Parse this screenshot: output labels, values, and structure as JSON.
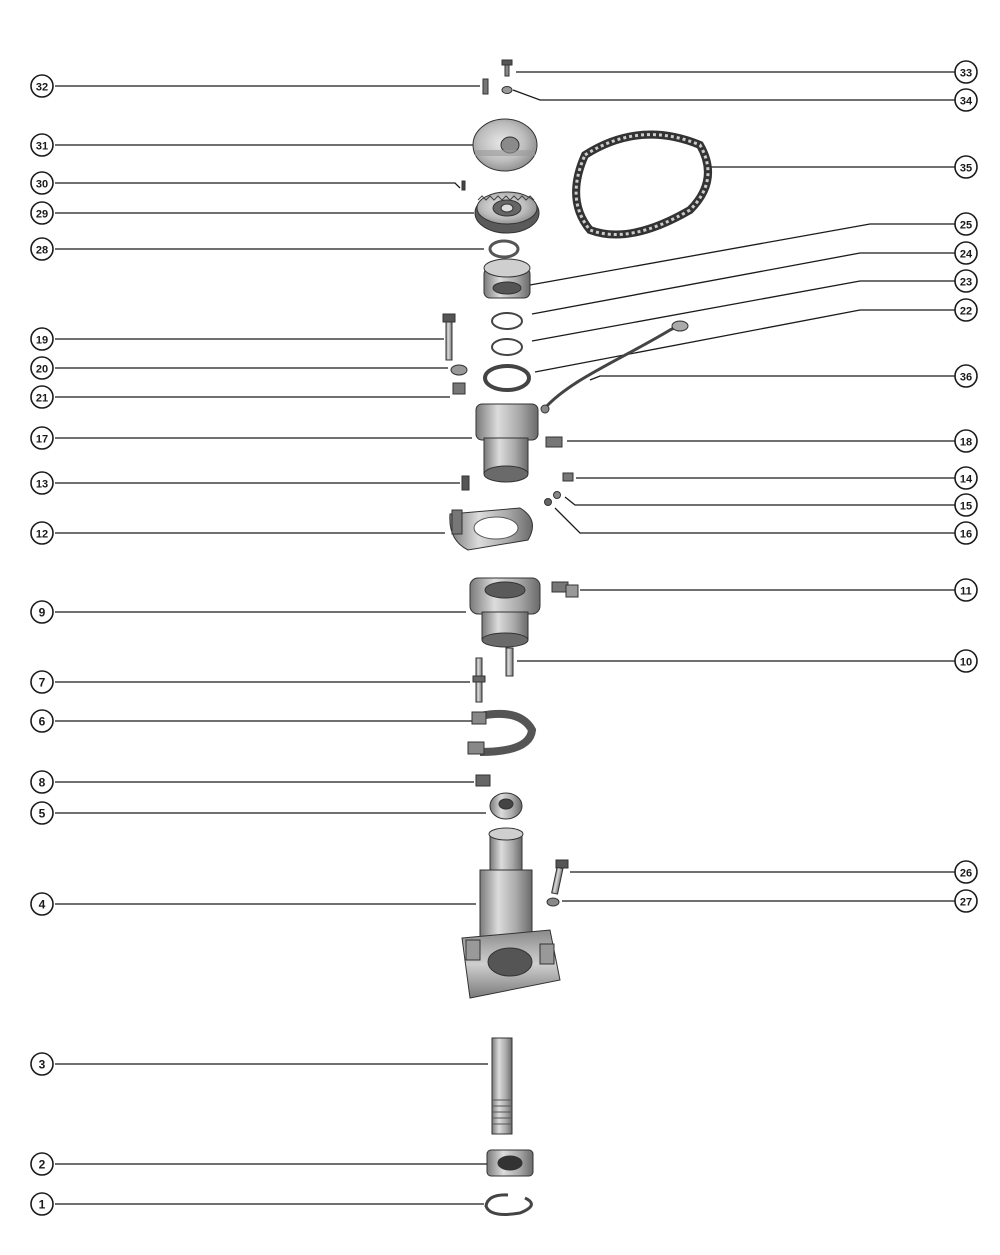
{
  "diagram": {
    "type": "exploded-parts-view",
    "callout_style": "circled-number",
    "colors": {
      "ink": "#1a1a1a",
      "part_fill": "#b8b8b8",
      "part_dark": "#6e6e6e",
      "part_light": "#e2e2e2",
      "paper": "#ffffff"
    },
    "callouts": [
      {
        "id": "c33",
        "label": "33",
        "side": "right"
      },
      {
        "id": "c32",
        "label": "32",
        "side": "left"
      },
      {
        "id": "c34",
        "label": "34",
        "side": "right"
      },
      {
        "id": "c31",
        "label": "31",
        "side": "left"
      },
      {
        "id": "c35",
        "label": "35",
        "side": "right"
      },
      {
        "id": "c30",
        "label": "30",
        "side": "left"
      },
      {
        "id": "c29",
        "label": "29",
        "side": "left"
      },
      {
        "id": "c25",
        "label": "25",
        "side": "right"
      },
      {
        "id": "c28",
        "label": "28",
        "side": "left"
      },
      {
        "id": "c24",
        "label": "24",
        "side": "right"
      },
      {
        "id": "c23",
        "label": "23",
        "side": "right"
      },
      {
        "id": "c22",
        "label": "22",
        "side": "right"
      },
      {
        "id": "c19",
        "label": "19",
        "side": "left"
      },
      {
        "id": "c20",
        "label": "20",
        "side": "left"
      },
      {
        "id": "c36",
        "label": "36",
        "side": "right"
      },
      {
        "id": "c21",
        "label": "21",
        "side": "left"
      },
      {
        "id": "c17",
        "label": "17",
        "side": "left"
      },
      {
        "id": "c18",
        "label": "18",
        "side": "right"
      },
      {
        "id": "c14",
        "label": "14",
        "side": "right"
      },
      {
        "id": "c13",
        "label": "13",
        "side": "left"
      },
      {
        "id": "c15",
        "label": "15",
        "side": "right"
      },
      {
        "id": "c12",
        "label": "12",
        "side": "left"
      },
      {
        "id": "c16",
        "label": "16",
        "side": "right"
      },
      {
        "id": "c11",
        "label": "11",
        "side": "right"
      },
      {
        "id": "c9",
        "label": "9",
        "side": "left"
      },
      {
        "id": "c10",
        "label": "10",
        "side": "right"
      },
      {
        "id": "c7",
        "label": "7",
        "side": "left"
      },
      {
        "id": "c6",
        "label": "6",
        "side": "left"
      },
      {
        "id": "c8",
        "label": "8",
        "side": "left"
      },
      {
        "id": "c5",
        "label": "5",
        "side": "left"
      },
      {
        "id": "c26",
        "label": "26",
        "side": "right"
      },
      {
        "id": "c4",
        "label": "4",
        "side": "left"
      },
      {
        "id": "c27",
        "label": "27",
        "side": "right"
      },
      {
        "id": "c3",
        "label": "3",
        "side": "left"
      },
      {
        "id": "c2",
        "label": "2",
        "side": "left"
      },
      {
        "id": "c1",
        "label": "1",
        "side": "left"
      }
    ]
  }
}
